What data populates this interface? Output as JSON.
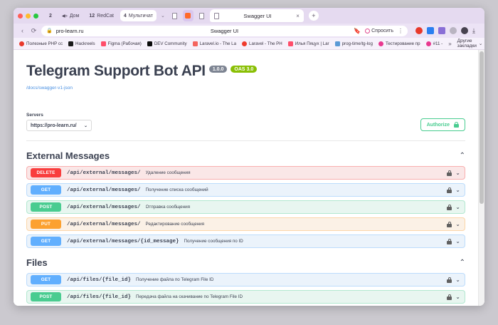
{
  "browser": {
    "tab_groups": [
      {
        "badge": "2",
        "label": "",
        "icon": "",
        "active": false
      },
      {
        "badge": "",
        "label": "Дом",
        "icon": "volume-icon",
        "active": false
      },
      {
        "badge": "12",
        "label": "RedCat",
        "icon": "",
        "active": false
      },
      {
        "badge": "4",
        "label": "Мультичат",
        "icon": "",
        "active": true
      }
    ],
    "group_chevron": "chevron-down-icon",
    "mini_tabs": [
      "page-icon",
      "orange-favicon",
      "page-icon",
      "page-icon"
    ],
    "active_tab": {
      "title": "Swagger UI",
      "close": "×",
      "favicon": "page-icon"
    },
    "new_tab_label": "+",
    "nav": {
      "back": "‹",
      "reload": "⟳"
    },
    "omnibox": {
      "lock_icon": "lock-icon",
      "url": "pro-learn.ru",
      "page_title": "Swagger UI",
      "bookmark_icon": "bookmark-icon",
      "ask_label": "Спросить",
      "menu_icon": "kebab-menu-icon"
    },
    "extensions": [
      "red-circle-ext",
      "blue-download-ext",
      "purple-ext",
      "globe-ext",
      "cast-ext",
      "download-ext"
    ],
    "bookmarks": [
      {
        "label": "Полезные PHP сс",
        "color": "#e8392b"
      },
      {
        "label": "Hackreels",
        "color": "#1b1b1b"
      },
      {
        "label": "Figma (Рабочая)",
        "color": "#ff4d6a"
      },
      {
        "label": "DEV Community",
        "color": "#0a0a0a"
      },
      {
        "label": "Laravel.io - The La",
        "color": "#f4645f"
      },
      {
        "label": "Laravel - The PH",
        "color": "#ef3b2d"
      },
      {
        "label": "Илья Пяцух | Lar",
        "color": "#ff4d6a"
      },
      {
        "label": "prog-time/tg-log",
        "color": "#5a9ad6"
      },
      {
        "label": "Тестирование пр",
        "color": "#e8388f"
      },
      {
        "label": "#11 -",
        "color": "#e8388f"
      }
    ],
    "bookmarks_overflow": "»",
    "other_bookmarks": {
      "label": "Другие закладки",
      "chevron": "chevron-down-icon"
    }
  },
  "swagger": {
    "title": "Telegram Support Bot API",
    "version_badge": "1.0.0",
    "oas_badge": "OAS 3.0",
    "spec_link": "/docs/swagger-v1-json",
    "servers": {
      "label": "Servers",
      "selected": "https://pro-learn.ru/",
      "chevron": "chevron-down-icon"
    },
    "authorize": {
      "label": "Authorize",
      "icon": "lock-icon",
      "color": "#49cc90"
    },
    "sections": [
      {
        "title": "External Messages",
        "collapse_icon": "chevron-up-icon",
        "operations": [
          {
            "method": "DELETE",
            "path": "/api/external/messages/",
            "summary": "Удаление сообщения",
            "locked": true,
            "chevron": "chevron-down-icon",
            "color": "#f93e3e"
          },
          {
            "method": "GET",
            "path": "/api/external/messages/",
            "summary": "Получение списка сообщений",
            "locked": true,
            "chevron": "chevron-down-icon",
            "color": "#61affe"
          },
          {
            "method": "POST",
            "path": "/api/external/messages/",
            "summary": "Отправка сообщения",
            "locked": true,
            "chevron": "chevron-down-icon",
            "color": "#49cc90"
          },
          {
            "method": "PUT",
            "path": "/api/external/messages/",
            "summary": "Редактирование сообщения",
            "locked": true,
            "chevron": "chevron-down-icon",
            "color": "#fca130"
          },
          {
            "method": "GET",
            "path": "/api/external/messages/{id_message}",
            "summary": "Получение сообщения по ID",
            "locked": true,
            "chevron": "chevron-down-icon",
            "color": "#61affe"
          }
        ]
      },
      {
        "title": "Files",
        "collapse_icon": "chevron-up-icon",
        "operations": [
          {
            "method": "GET",
            "path": "/api/files/{file_id}",
            "summary": "Получение файла по Telegram File ID",
            "locked": true,
            "chevron": "chevron-down-icon",
            "color": "#61affe"
          },
          {
            "method": "POST",
            "path": "/api/files/{file_id}",
            "summary": "Передача файла на скачивание по Telegram File ID",
            "locked": true,
            "chevron": "chevron-down-icon",
            "color": "#49cc90"
          }
        ]
      }
    ]
  }
}
